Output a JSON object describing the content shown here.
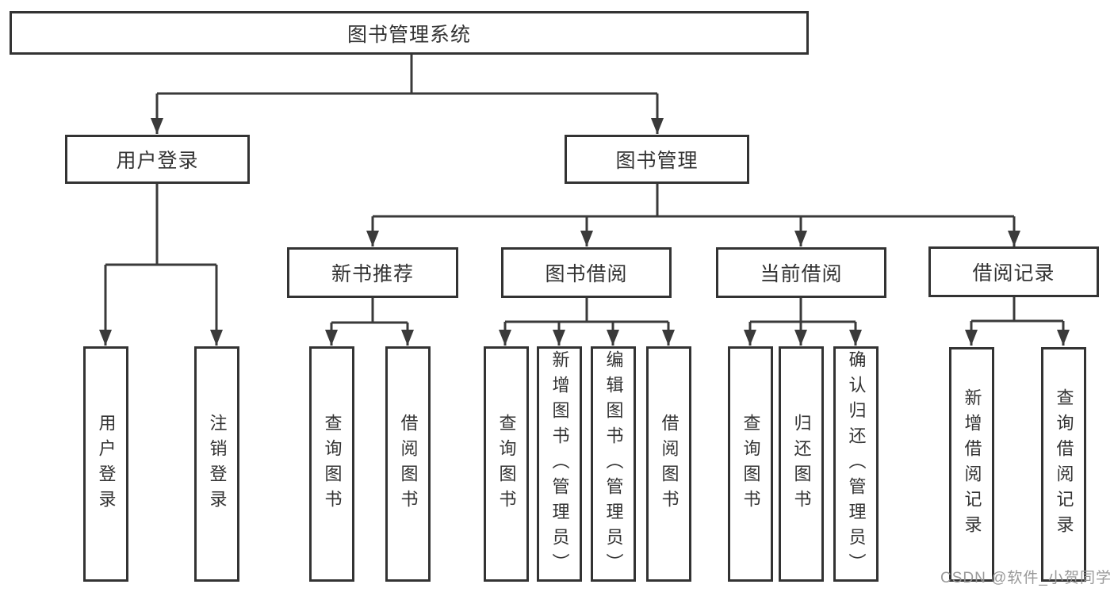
{
  "colors": {
    "background": "#ffffff",
    "line": "#3a3a3a",
    "box_border": "#333333",
    "text": "#333333",
    "watermark": "#949494"
  },
  "diagram": {
    "root": {
      "label": "图书管理系统"
    },
    "level2": [
      {
        "label": "用户登录"
      },
      {
        "label": "图书管理"
      }
    ],
    "level3": [
      {
        "label": "新书推荐",
        "parent": "图书管理"
      },
      {
        "label": "图书借阅",
        "parent": "图书管理"
      },
      {
        "label": "当前借阅",
        "parent": "图书管理"
      },
      {
        "label": "借阅记录",
        "parent": "图书管理"
      }
    ],
    "leaves": [
      {
        "label": "用户登录",
        "parent": "用户登录"
      },
      {
        "label": "注销登录",
        "parent": "用户登录"
      },
      {
        "label": "查询图书",
        "parent": "新书推荐"
      },
      {
        "label": "借阅图书",
        "parent": "新书推荐"
      },
      {
        "label": "查询图书",
        "parent": "图书借阅"
      },
      {
        "label": "新增图书（管理员）",
        "parent": "图书借阅"
      },
      {
        "label": "编辑图书（管理员）",
        "parent": "图书借阅"
      },
      {
        "label": "借阅图书",
        "parent": "图书借阅"
      },
      {
        "label": "查询图书",
        "parent": "当前借阅"
      },
      {
        "label": "归还图书",
        "parent": "当前借阅"
      },
      {
        "label": "确认归还（管理员）",
        "parent": "当前借阅"
      },
      {
        "label": "新增借阅记录",
        "parent": "借阅记录"
      },
      {
        "label": "查询借阅记录",
        "parent": "借阅记录"
      }
    ]
  },
  "watermark": {
    "text": "CSDN @软件_小贺同学"
  }
}
